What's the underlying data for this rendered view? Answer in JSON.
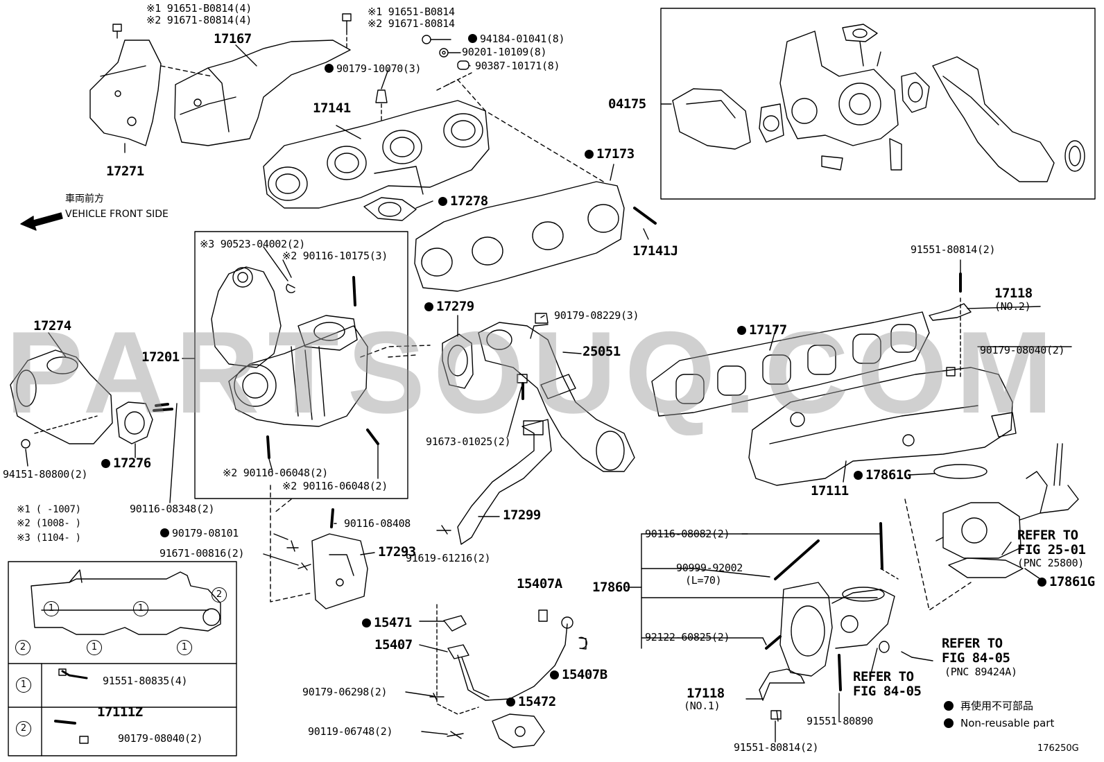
{
  "diagram_id": "176250G",
  "watermark": "PARTSOUQ.COM",
  "direction": {
    "jp": "車両前方",
    "en": "VEHICLE FRONT SIDE"
  },
  "legend": {
    "jp": "再使用不可部品",
    "en": "Non-reusable part"
  },
  "notes": [
    "※1 (    -1007)",
    "※2 (1008-    )",
    "※3 (1104-    )"
  ],
  "inset": {
    "circle1": "1",
    "circle2": "2",
    "row1_part": "91551-80835(4)",
    "row2_part_a": "17111Z",
    "row2_part_b": "90179-08040(2)"
  },
  "labels": {
    "p91651_4": "※1 91651-B0814(4)",
    "p91671_4": "※2 91671-80814(4)",
    "p91651": "※1 91651-B0814",
    "p91671": "※2 91671-80814",
    "p94184": "94184-01041(8)",
    "p90201": "90201-10109(8)",
    "p90387": "90387-10171(8)",
    "p90179_10070": "90179-10070(3)",
    "p17167": "17167",
    "p17271": "17271",
    "p17141": "17141",
    "p17173": "17173",
    "p17278": "17278",
    "p17141J": "17141J",
    "p04175": "04175",
    "p90523": "※3 90523-04002(2)",
    "p90116_10175": "※2 90116-10175(3)",
    "p17201": "17201",
    "p90116_06048a": "※2 90116-06048(2)",
    "p90116_06048b": "※2 90116-06048(2)",
    "p17274": "17274",
    "p17276": "17276",
    "p94151": "94151-80800(2)",
    "p90116_08348": "90116-08348(2)",
    "p17279": "17279",
    "p90179_08229": "90179-08229(3)",
    "p25051": "25051",
    "p91673": "91673-01025(2)",
    "p17299": "17299",
    "p91619": "91619-61216(2)",
    "p90179_08101": "90179-08101",
    "p90116_08408": "90116-08408",
    "p91671_00816": "91671-00816(2)",
    "p17293": "17293",
    "p91551_80814_2": "91551-80814(2)",
    "p17118_no2": "17118",
    "p17118_no2_sub": "(NO.2)",
    "p90179_08040": "90179-08040(2)",
    "p17177": "17177",
    "p17111": "17111",
    "p17861G_a": "17861G",
    "p17861G_b": "17861G",
    "ref_25_a": "REFER TO",
    "ref_25_b": "FIG 25-01",
    "ref_25_c": "(PNC 25800)",
    "p17860": "17860",
    "p90116_08082": "90116-08082(2)",
    "p90999": "90999-92002",
    "p90999_sub": "(L=70)",
    "p92122": "92122-60825(2)",
    "ref_84a_a": "REFER TO",
    "ref_84a_b": "FIG 84-05",
    "ref_84a_c": "(PNC 89424A)",
    "ref_84b_a": "REFER TO",
    "ref_84b_b": "FIG 84-05",
    "p17118_no1": "17118",
    "p17118_no1_sub": "(NO.1)",
    "p91551_80890": "91551-80890",
    "p91551_80814_b": "91551-80814(2)",
    "p15407A": "15407A",
    "p15471": "15471",
    "p15407": "15407",
    "p15407B": "15407B",
    "p90179_06298": "90179-06298(2)",
    "p15472": "15472",
    "p90119": "90119-06748(2)"
  }
}
